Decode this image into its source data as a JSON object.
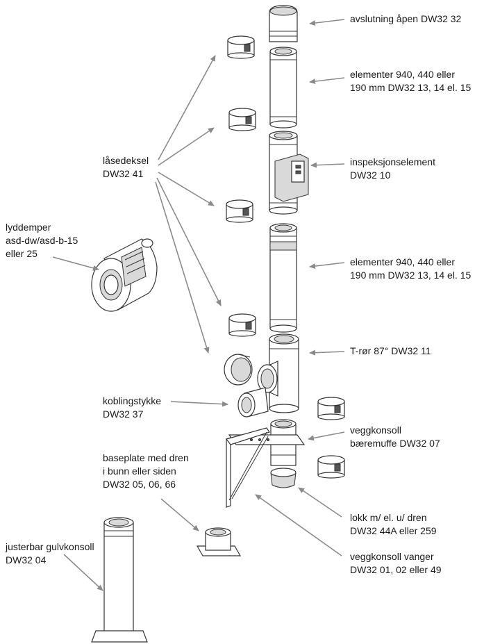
{
  "labels": {
    "avslutning": [
      "avslutning åpen DW32 32"
    ],
    "elementer_top": [
      "elementer 940, 440 eller",
      "190 mm  DW32 13, 14 el. 15"
    ],
    "inspeksjon": [
      "inspeksjonselement",
      "DW32 10"
    ],
    "lasedeksel": [
      "låsedeksel",
      "DW32 41"
    ],
    "lyddemper": [
      "lyddemper",
      "asd-dw/asd-b-15",
      "eller 25"
    ],
    "elementer_mid": [
      "elementer 940, 440 eller",
      "190 mm  DW32 13, 14 el. 15"
    ],
    "trør": [
      "T-rør 87° DW32 11"
    ],
    "koblingstykke": [
      "koblingstykke",
      "DW32 37"
    ],
    "veggkonsoll": [
      "veggkonsoll",
      "bæremuffe DW32 07"
    ],
    "baseplate": [
      "baseplate med dren",
      "i bunn eller siden",
      "DW32 05, 06, 66"
    ],
    "lokk": [
      "lokk m/ el. u/ dren",
      "DW32 44A eller 259"
    ],
    "justerbar": [
      "justerbar gulvkonsoll",
      "DW32 04"
    ],
    "vanger": [
      "veggkonsoll vanger",
      "DW32 01, 02 eller 49"
    ]
  },
  "colors": {
    "arrow": "#8a8a8a",
    "line": "#333333",
    "text": "#1a1a1a"
  }
}
